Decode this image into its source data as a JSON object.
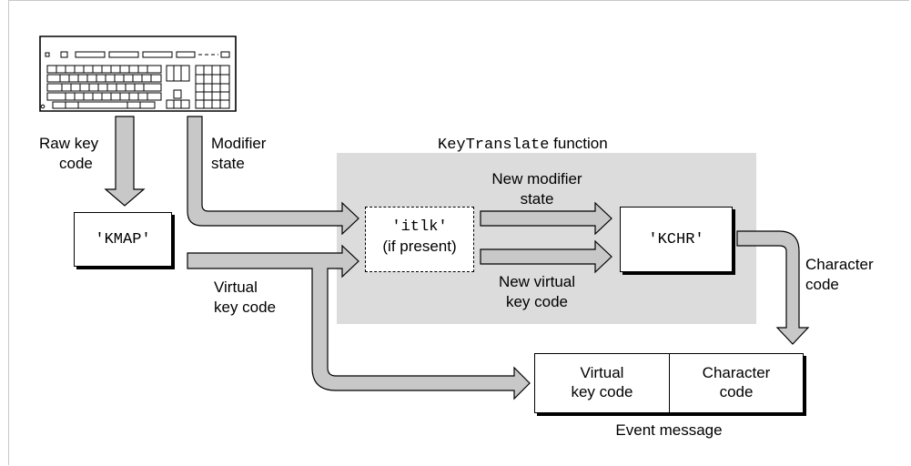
{
  "labels": {
    "raw_key_code": [
      "Raw key",
      "code"
    ],
    "modifier_state": [
      "Modifier",
      "state"
    ],
    "function_name": "KeyTranslate",
    "function_suffix": " function",
    "new_modifier_state": [
      "New modifier",
      "state"
    ],
    "new_virtual_key_code": [
      "New virtual",
      "key code"
    ],
    "virtual_key_code": [
      "Virtual",
      "key code"
    ],
    "character_code": [
      "Character",
      "code"
    ],
    "event_message": "Event message"
  },
  "boxes": {
    "kmap": "'KMAP'",
    "itlk": "'itlk'",
    "itlk_note": "(if present)",
    "kchr": "'KCHR'",
    "event_virtual": [
      "Virtual",
      "key code"
    ],
    "event_character": [
      "Character",
      "code"
    ]
  },
  "colors": {
    "region_fill": "#dcdcdc",
    "arrow_fill": "#c8c8c8",
    "stroke": "#000000"
  }
}
